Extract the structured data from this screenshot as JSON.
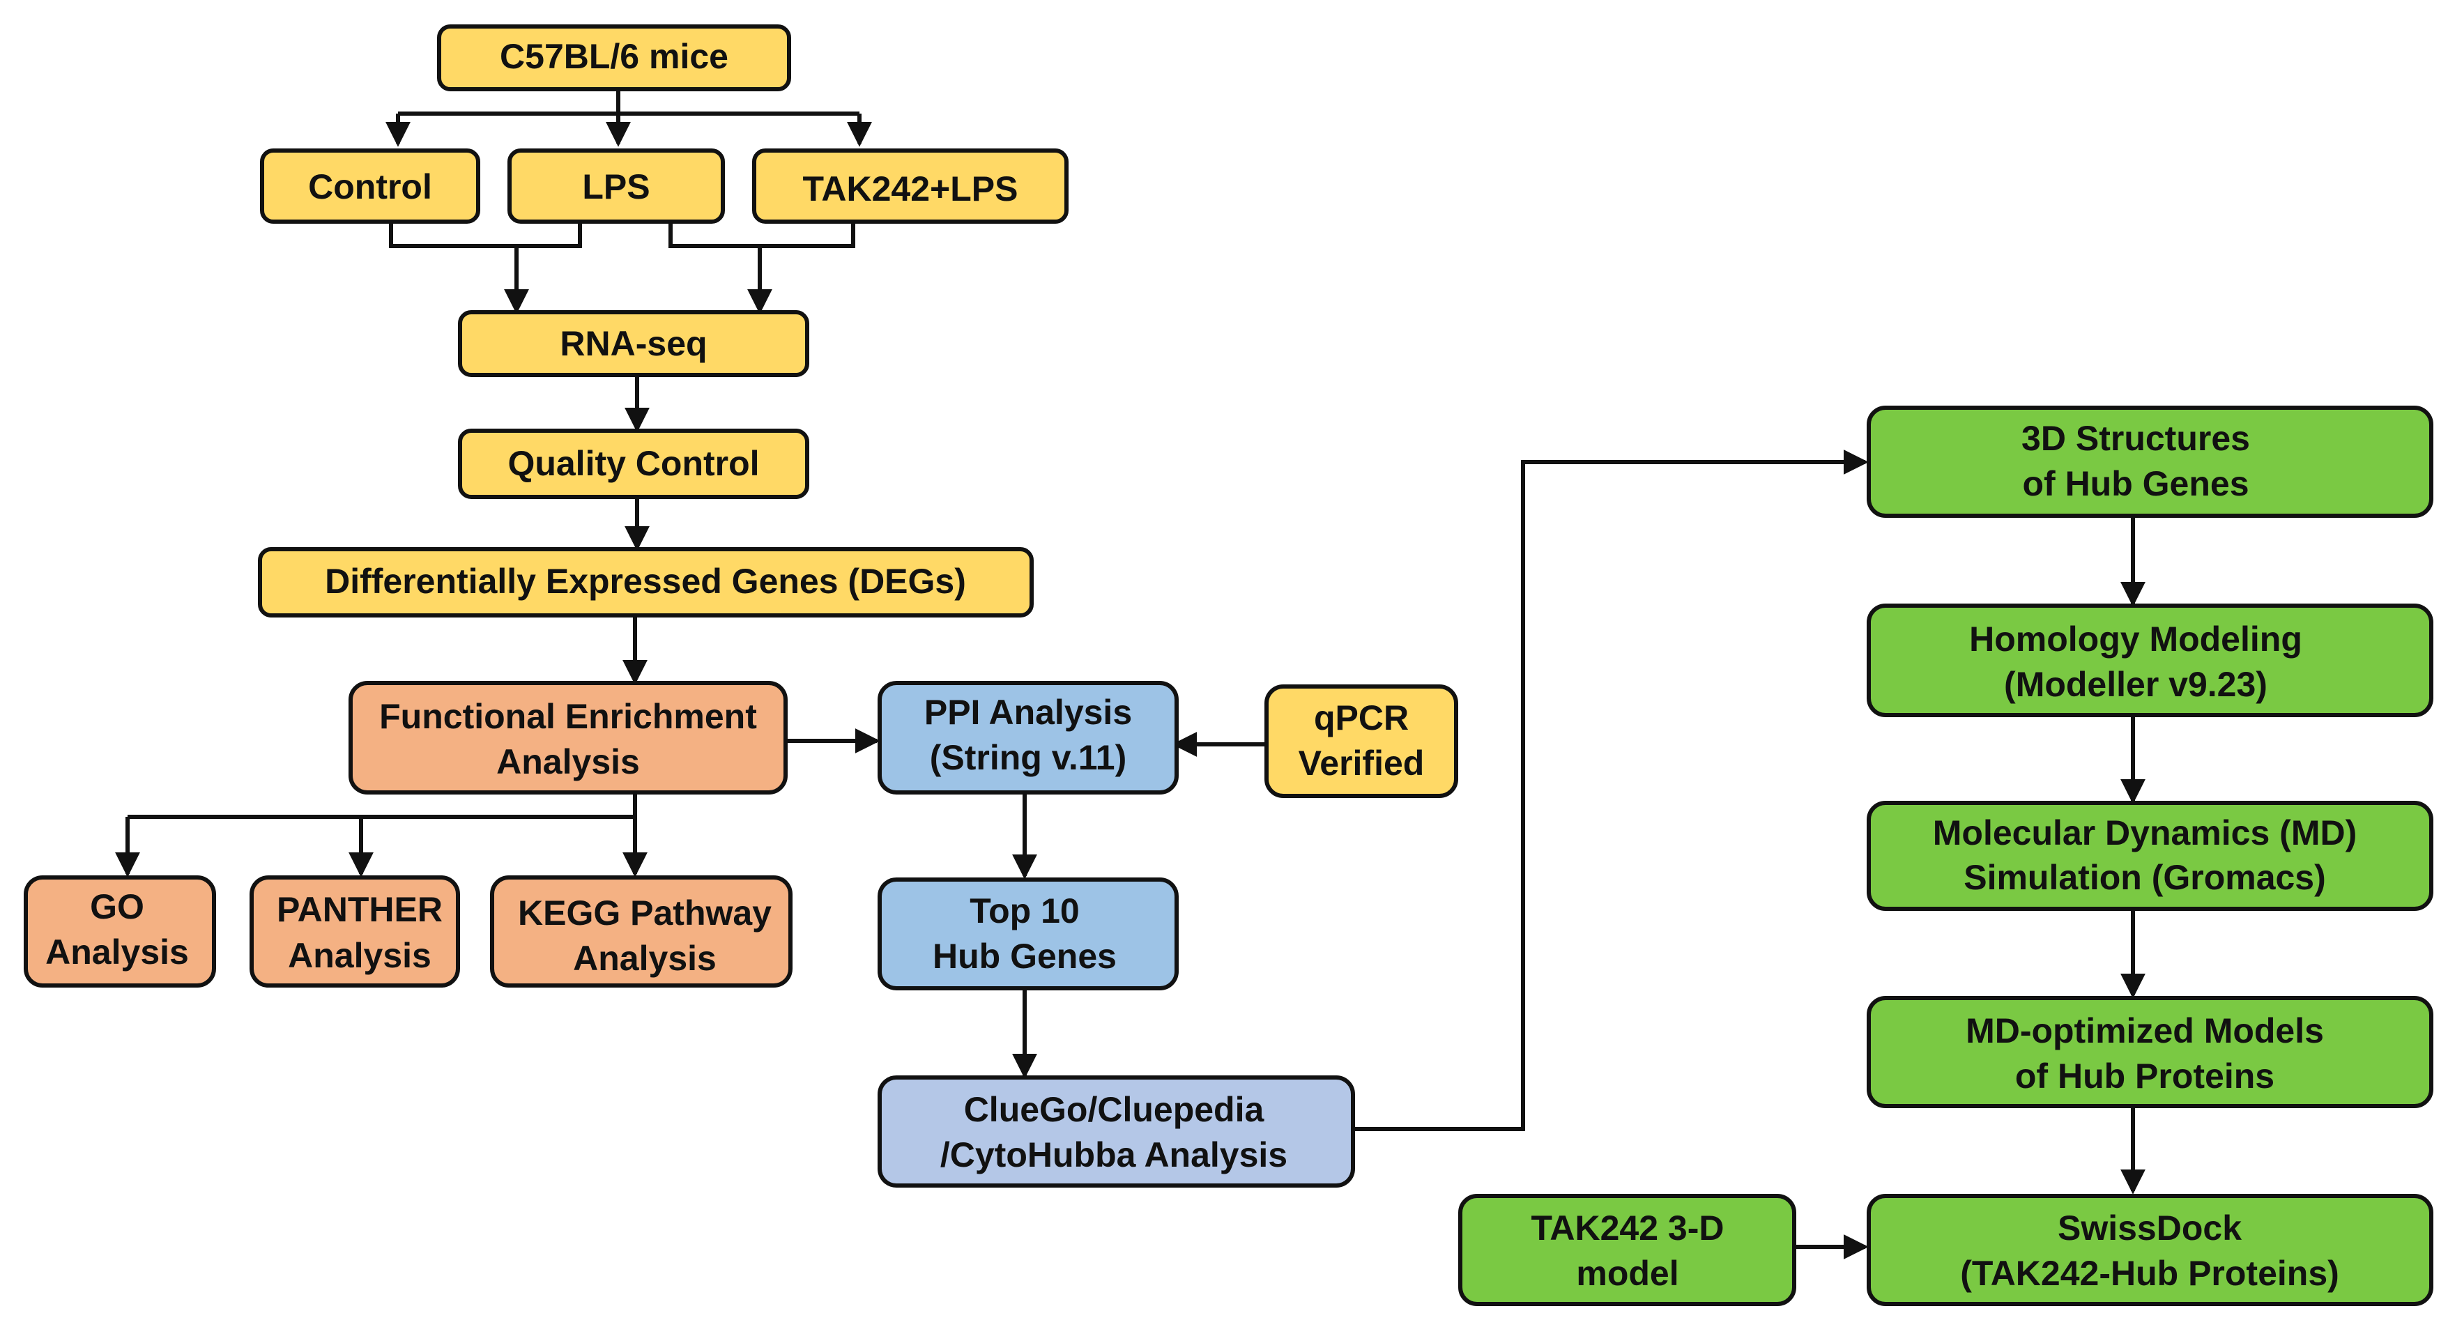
{
  "colors": {
    "yellow": "#FFD966",
    "orange": "#F4B183",
    "blue": "#9DC3E6",
    "lavender": "#B4C7E7",
    "green": "#7AC943",
    "line": "#111111"
  },
  "nodes": {
    "mice": {
      "lines": [
        "C57BL/6 mice"
      ],
      "color": "yellow"
    },
    "control": {
      "lines": [
        "Control"
      ],
      "color": "yellow"
    },
    "lps": {
      "lines": [
        "LPS"
      ],
      "color": "yellow"
    },
    "tak_lps": {
      "lines": [
        "TAK242+LPS"
      ],
      "color": "yellow"
    },
    "rnaseq": {
      "lines": [
        "RNA-seq"
      ],
      "color": "yellow"
    },
    "qc": {
      "lines": [
        "Quality  Control"
      ],
      "color": "yellow"
    },
    "degs": {
      "lines": [
        "Differentially  Expressed Genes (DEGs)"
      ],
      "color": "yellow"
    },
    "fea": {
      "lines": [
        "Functional Enrichment",
        "Analysis"
      ],
      "color": "orange"
    },
    "ppi": {
      "lines": [
        "PPI Analysis",
        "(String v.11)"
      ],
      "color": "blue"
    },
    "qpcr": {
      "lines": [
        "qPCR",
        "Verified"
      ],
      "color": "yellow"
    },
    "go": {
      "lines": [
        "GO",
        "Analysis"
      ],
      "color": "orange"
    },
    "panther": {
      "lines": [
        "PANTHER",
        "Analysis"
      ],
      "color": "orange"
    },
    "kegg": {
      "lines": [
        "KEGG  Pathway",
        "Analysis"
      ],
      "color": "orange"
    },
    "top10": {
      "lines": [
        "Top 10",
        "Hub Genes"
      ],
      "color": "blue"
    },
    "cluego": {
      "lines": [
        "ClueGo/Cluepedia",
        "/CytoHubba  Analysis"
      ],
      "color": "lavender"
    },
    "struct3d": {
      "lines": [
        "3D Structures",
        "of Hub Genes"
      ],
      "color": "green"
    },
    "homology": {
      "lines": [
        "Homology  Modeling",
        "(Modeller  v9.23)"
      ],
      "color": "green"
    },
    "md": {
      "lines": [
        "Molecular  Dynamics  (MD)",
        "Simulation  (Gromacs)"
      ],
      "color": "green"
    },
    "mdopt": {
      "lines": [
        "MD-optimized  Models",
        "of Hub Proteins"
      ],
      "color": "green"
    },
    "tak3d": {
      "lines": [
        "TAK242 3-D",
        "model"
      ],
      "color": "green"
    },
    "swissdock": {
      "lines": [
        "SwissDock",
        "(TAK242-Hub Proteins)"
      ],
      "color": "green"
    }
  }
}
